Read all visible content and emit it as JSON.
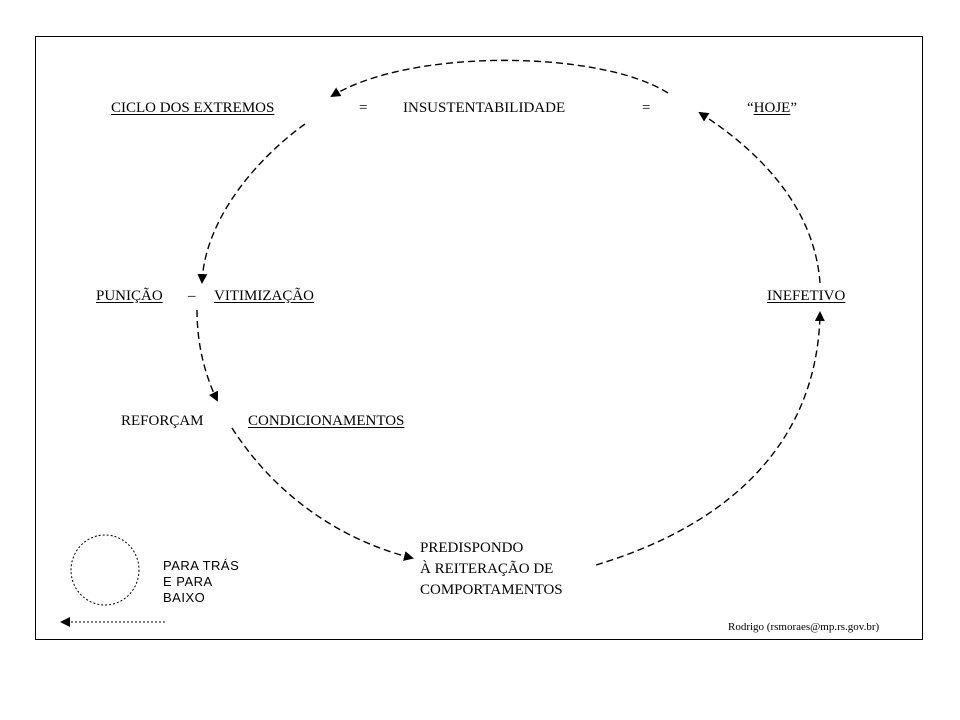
{
  "top_row": {
    "ciclo": "CICLO DOS EXTREMOS",
    "eq1": "=",
    "insustentabilidade": "INSUSTENTABILIDADE",
    "eq2": "=",
    "hoje_open": "“",
    "hoje": "HOJE",
    "hoje_close": "”"
  },
  "left_row": {
    "punicao": "PUNIÇÃO",
    "dash": "–",
    "vitimizacao": "VITIMIZAÇÃO"
  },
  "right_row": {
    "inefetivo": "INEFETIVO"
  },
  "reforcam_row": {
    "reforcam": "REFORÇAM",
    "condicionamentos": "CONDICIONAMENTOS"
  },
  "bottom_block": {
    "line1": "PREDISPONDO",
    "line2": "À REITERAÇÃO DE",
    "line3": "COMPORTAMENTOS"
  },
  "legend": {
    "line1": "PARA TRÁS",
    "line2": "E PARA",
    "line3": "BAIXO"
  },
  "credit": "Rodrigo (rsmoraes@mp.rs.gov.br)"
}
